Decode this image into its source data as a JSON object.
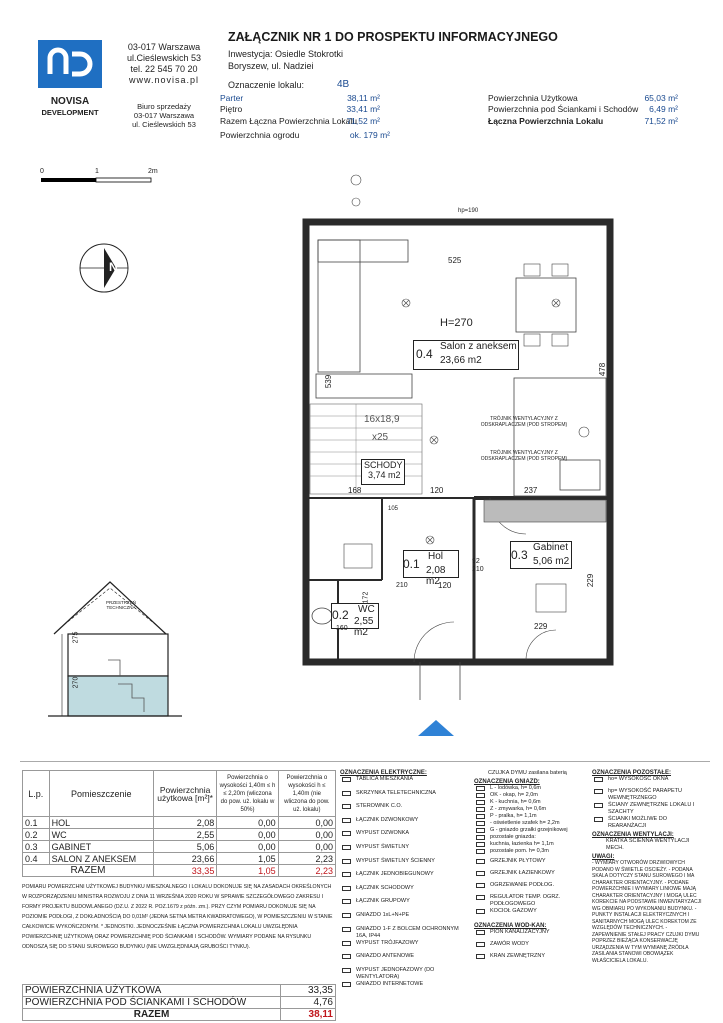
{
  "header": {
    "company_address_line1": "03-017 Warszawa",
    "company_address_line2": "ul.Cieślewskich 53",
    "company_phone": "tel.  22 545 70 20",
    "company_web": "www.novisa.pl",
    "sales_office_title": "Biuro sprzedaży",
    "sales_office_line1": "03-017 Warszawa",
    "sales_office_line2": "ul. Cieślewskich 53",
    "logo_brand": "NOVISA",
    "logo_sub": "DEVELOPMENT",
    "title": "ZAŁĄCZNIK NR 1 DO PROSPEKTU INFORMACYJNEGO",
    "investment": "Inwestycja: Osiedle Stokrotki",
    "location": "Boryszew, ul. Nadziei",
    "unit_label": "Oznaczenie lokalu:",
    "unit_number": "4B"
  },
  "areas_left": [
    {
      "label": "Parter",
      "value": "38,11 m²"
    },
    {
      "label": "Piętro",
      "value": "33,41 m²"
    },
    {
      "label": "Razem Łączna Powierzchnia Lokalu",
      "value": "71,52 m²"
    },
    {
      "label": "Powierzchnia ogrodu",
      "value": "ok. 179 m²"
    }
  ],
  "areas_right": [
    {
      "label": "Powierzchnia Użytkowa",
      "value": "65,03 m²"
    },
    {
      "label": "Powierzchnia pod Ściankami i Schodów",
      "value": "6,49 m²"
    },
    {
      "label": "Łączna Powierzchnia Lokalu",
      "value": "71,52 m²"
    }
  ],
  "scale": {
    "t0": "0",
    "t1": "1",
    "t2": "2m"
  },
  "plan": {
    "height_label": "H=270",
    "rooms": [
      {
        "num": "0.4",
        "name": "Salon z aneksem",
        "area": "23,66 m2"
      },
      {
        "num": "",
        "name": "SCHODY",
        "area": "3,74 m2"
      },
      {
        "num": "0.1",
        "name": "Hol",
        "area": "2,08 m2"
      },
      {
        "num": "0.3",
        "name": "Gabinet",
        "area": "5,06 m2"
      },
      {
        "num": "0.2",
        "name": "WC",
        "area": "2,55 m2"
      }
    ],
    "dims": [
      "525",
      "478",
      "539",
      "168",
      "120",
      "237",
      "120",
      "229",
      "229",
      "172",
      "160",
      "210",
      "92",
      "210",
      "105",
      "hp=190"
    ],
    "stairs_note": "16x18,9",
    "stairs_note2": "x25",
    "vent_note1": "TRÓJNIK WENTYLACYJNY Z ODSKRAPLACZEM (POD STROPEM)",
    "vent_note2": "TRÓJNIK WENTYLACYJNY Z ODSKRAPLACZEM (POD STROPEM)",
    "section_label": "PRZESTRZEŃ TECHNICZNA",
    "section_dims": [
      "275",
      "270"
    ]
  },
  "table": {
    "headers": [
      "L.p.",
      "Pomieszczenie",
      "Powierzchnia użytkowa [m²]*",
      "Powierzchnia o wysokości 1,40m ≤ h ≤ 2,20m (wliczona do pow. uż. lokalu w 50%)",
      "Powierzchnia o wysokości h ≤ 1,40m (nie wliczona do pow. uż. lokalu)"
    ],
    "rows": [
      [
        "0.1",
        "HOL",
        "2,08",
        "0,00",
        "0,00"
      ],
      [
        "0.2",
        "WC",
        "2,55",
        "0,00",
        "0,00"
      ],
      [
        "0.3",
        "GABINET",
        "5,06",
        "0,00",
        "0,00"
      ],
      [
        "0.4",
        "SALON Z ANEKSEM",
        "23,66",
        "1,05",
        "2,23"
      ]
    ],
    "total": [
      "RAZEM",
      "33,35",
      "1,05",
      "2,23"
    ],
    "note": "POMIARU POWIERZCHNI UŻYTKOWEJ BUDYNKU MIESZKALNEGO I LOKALU DOKONUJE SIĘ NA ZASADACH OKREŚLONYCH W ROZPORZĄDZENIU MINISTRA ROZWOJU Z DNIA 11 WRZEŚNIA 2020 ROKU W SPRAWIE SZCZEGÓŁOWEGO ZAKRESU I FORMY PROJEKTU BUDOWLANEGO (DZ.U. Z 2022 R. POZ.1679 z późn. zm.). PRZY CZYM POMIARU DOKONUJE SIĘ NA POZIOMIE PODŁOGI, Z DOKŁADNOŚCIĄ DO 0,01M² (JEDNA SETNA METRA KWADRATOWEGO), W POMIESZCZENIU W STANIE CAŁKOWICIE WYKOŃCZONYM. * JEDNOSTKI. JEDNOCZEŚNIE ŁĄCZNA POWIERZCHNIA LOKALU UWZGLĘDNIA POWIERZCHNIĘ UŻYTKOWĄ ORAZ POWIERZCHNIĘ POD ŚCIANKAMI I SCHODÓW. WYMIARY PODANE NA RYSUNKU ODNOSZĄ SIĘ DO STANU SUROWEGO BUDYNKU (NIE UWZGLĘDNIAJĄ GRUBOŚCI TYNKU).",
    "sum_rows": [
      [
        "POWIERZCHNIA UŻYTKOWA",
        "33,35"
      ],
      [
        "POWIERZCHNIA POD ŚCIANKAMI I SCHODÓW",
        "4,76"
      ],
      [
        "RAZEM",
        "38,11"
      ]
    ]
  },
  "legend": {
    "elec_title": "OZNACZENIA ELEKTRYCZNE:",
    "elec": [
      "TABLICA MIESZKANIA",
      "SKRZYNKA TELETECHNICZNA",
      "STEROWNIK C.O.",
      "ŁĄCZNIK DZWONKOWY",
      "WYPUST DZWONKA",
      "WYPUST ŚWIETLNY",
      "WYPUST ŚWIETLNY ŚCIENNY",
      "ŁĄCZNIK JEDNOBIEGUNOWY",
      "ŁĄCZNIK SCHODOWY",
      "ŁĄCZNIK GRUPOWY",
      "GNIAZDO 1xL+N+PE",
      "GNIAZDO 1-F Z BOLCEM OCHRONNYM 16A, IP44",
      "WYPUST TRÓJFAZOWY",
      "GNIAZDO ANTENOWE",
      "WYPUST JEDNOFAZOWY (DO WENTYLATORA)",
      "GNIAZDO INTERNETOWE"
    ],
    "misc_title": "CZUJKA DYMU zasilana baterią",
    "sockets_title": "OZNACZENIA GNIAZD:",
    "sockets": [
      "L - lodówka, h= 0,6m",
      "OK - okap, h= 2,0m",
      "K - kuchnia, h= 0,6m",
      "Z - zmywarka, h= 0,6m",
      "P - pralka, h= 1,1m",
      "- oświetlenie szafek h= 2,2m",
      "G - gniazdo grzałki grzejnikowej",
      "pozostałe gniazda:",
      "kuchnia, łazienka h= 1,1m",
      "pozostałe pom. h= 0,3m"
    ],
    "heat": [
      "GRZEJNIK PŁYTOWY",
      "GRZEJNIK ŁAZIENKOWY",
      "OGRZEWANIE PODŁOG.",
      "REGULATOR TEMP. OGRZ. PODŁOGOWEGO",
      "KOCIOŁ GAZOWY"
    ],
    "water_title": "OZNACZENIA WOD-KAN:",
    "water": [
      "PION KANALIZACYJNY",
      "ZAWÓR WODY",
      "KRAN ZEWNĘTRZNY"
    ],
    "other_title": "OZNACZENIA POZOSTAŁE:",
    "other": [
      "ho= WYSOKOŚĆ OKNA",
      "hp= WYSOKOŚĆ PARAPETU WEWNĘTRZNEGO",
      "ŚCIANY ZEWNĘTRZNE LOKALU I SZACHTY",
      "ŚCIANKI MOŻLIWE DO REARANŻACJI"
    ],
    "vent_title": "OZNACZENIA WENTYLACJI:",
    "vent": "KRATKA ŚCIENNA WENTYLACJI MECH.",
    "notes_title": "UWAGI:",
    "notes": "- WYMIARY OTWORÓW DRZWIOWYCH PODANO W ŚWIETLE OSCIEŻY. - PODANA SKALA DOTYCZY STANU SUROWEGO I MA CHARAKTER ORIENTACYJNY. - PODANE POWIERZCHNIE I WYMIARY LINIOWE MAJĄ CHARAKTER ORIENTACYJNY I MOGĄ ULEC KOREKCIE NA PODSTAWIE INWENTARYZACJI WG OBMIARU PO WYKONANIU BUDYNKU. - PUNKTY INSTALACJI ELEKTRYCZNYCH I SANITARNYCH MOGĄ ULEC KOREKTOM ZE WZGLĘDÓW TECHNICZNYCH. - ZAPEWNIENIE STAŁEJ PRACY CZUJKI DYMU POPRZEZ BIEŻĄCA KONSERWACJĘ URZĄDZENIA W TYM WYMIANĘ ŹRÓDŁA ZASILANIA STANOWI OBOWIĄZEK WŁAŚCICIELA LOKALU."
  },
  "colors": {
    "brand": "#1f6fc2",
    "area_text": "#1a4a90",
    "red": "#c0161c",
    "wall": "#2a2a2a",
    "arrow": "#2f82d6"
  }
}
